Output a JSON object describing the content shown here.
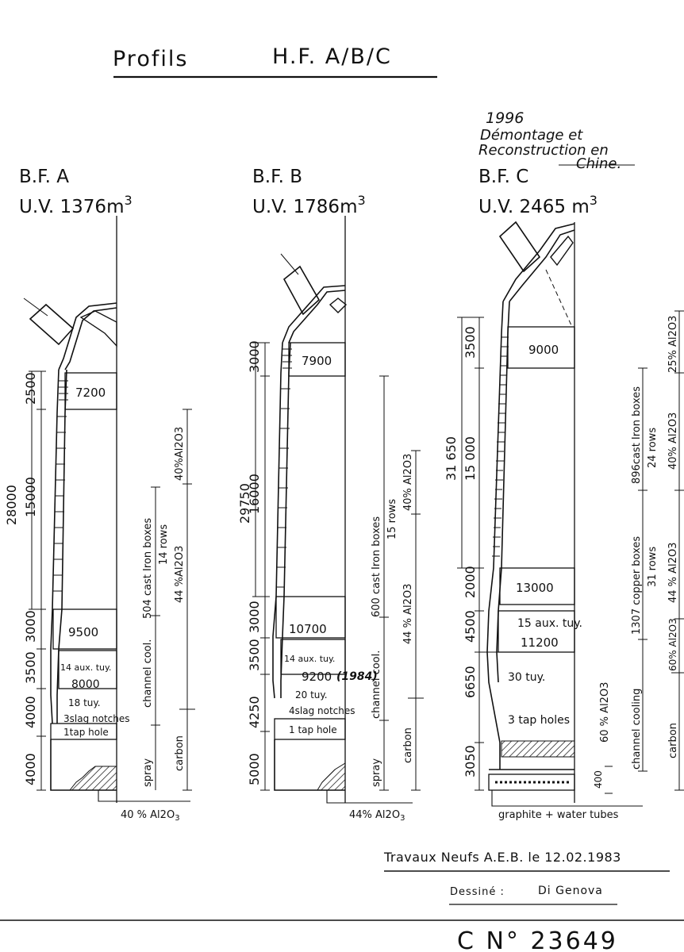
{
  "header": {
    "title_left": "Profils",
    "title_right": "H.F.  A/B/C"
  },
  "note": {
    "line1": "1996",
    "line2": "Démontage  et",
    "line3": "Reconstruction en",
    "line4": "Chine."
  },
  "furnace_a": {
    "name": "B.F. A",
    "volume_prefix": "U.V. 1376",
    "volume_unit": "m",
    "volume_exp": "3",
    "dims": [
      "28000",
      "2500",
      "15000",
      "3000",
      "3500",
      "4000",
      "4000"
    ],
    "widths": [
      "7200",
      "9500",
      "8000"
    ],
    "labels": [
      "14 aux. tuy.",
      "18 tuy.",
      "3slag notches",
      "1tap hole"
    ],
    "right_labels": [
      "504 cast Iron boxes",
      "14 rows",
      "channel cool.",
      "spray",
      "40%Al",
      "44 %Al",
      "carbon"
    ],
    "base": "40 % Al"
  },
  "furnace_b": {
    "name": "B.F. B",
    "volume_prefix": "U.V.  1786",
    "volume_unit": "m",
    "volume_exp": "3",
    "dims": [
      "29750",
      "3000",
      "16000",
      "3000",
      "3500",
      "4250",
      "5000"
    ],
    "widths": [
      "7900",
      "10700",
      "9200"
    ],
    "year_note": "(1984)",
    "labels": [
      "14 aux. tuy.",
      "20 tuy.",
      "4slag notches",
      "1 tap hole"
    ],
    "right_labels": [
      "600 cast Iron boxes",
      "15 rows",
      "channel cool.",
      "spray",
      "40% Al",
      "44 %  Al",
      "carbon"
    ],
    "base": "44% Al"
  },
  "furnace_c": {
    "name": "B.F. C",
    "volume_prefix": "U.V. 2465",
    "volume_unit": "m",
    "volume_exp": "3",
    "dims": [
      "31 650",
      "3500",
      "15 000",
      "2000",
      "4500",
      "6650",
      "3050"
    ],
    "widths": [
      "9000",
      "13000",
      "11200"
    ],
    "labels": [
      "15 aux. tuy.",
      "30 tuy.",
      "3 tap holes"
    ],
    "right_labels": [
      "896cast Iron boxes",
      "24 rows",
      "1307  copper  boxes",
      "31 rows",
      "channel  cooling",
      "60 % Al",
      "400"
    ],
    "far_right": [
      "25% Al",
      "40% Al",
      "44 %   Al",
      "60% Al",
      "carbon"
    ],
    "base": "graphite + water tubes"
  },
  "footer": {
    "line": "Travaux Neufs  A.E.B. le 12.02.1983",
    "drawn_label": "Dessiné :",
    "drawn_name": "Di Genova",
    "number": "C  N° 23649"
  }
}
